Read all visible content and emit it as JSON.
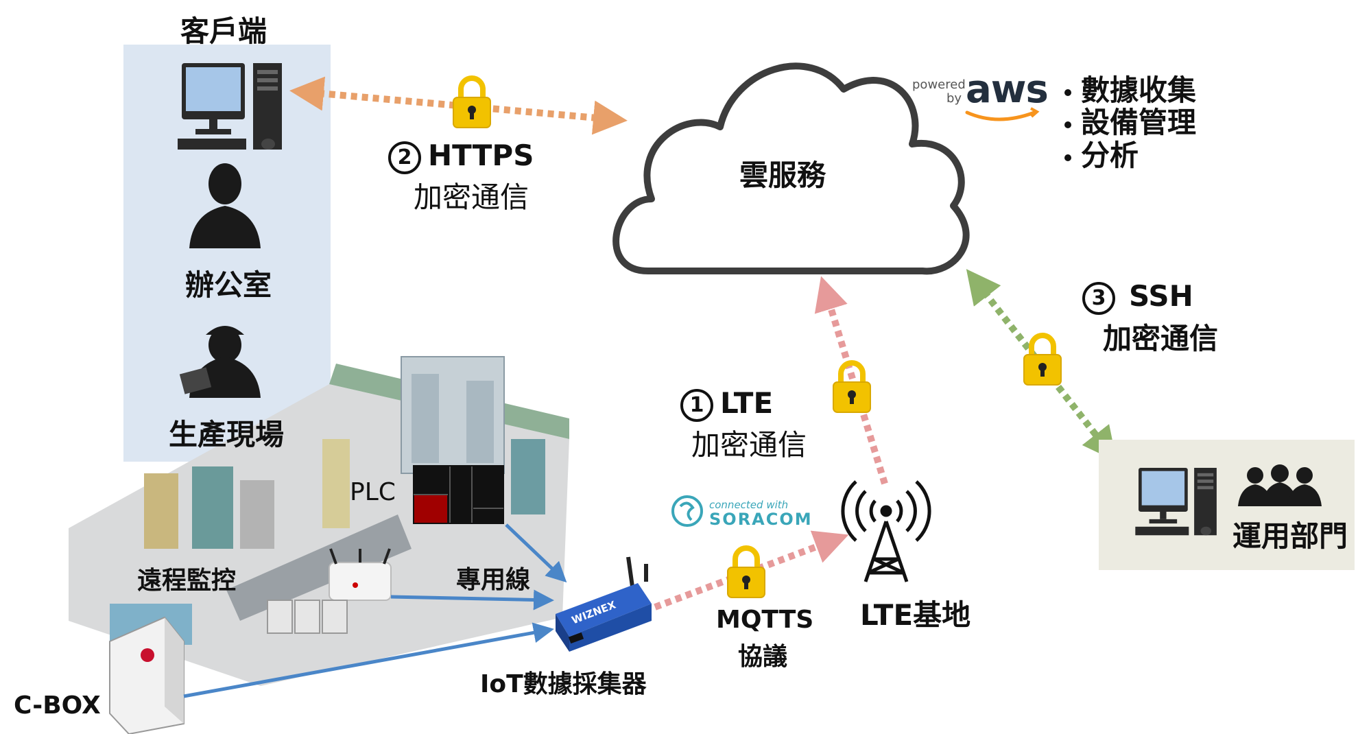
{
  "client_panel": {
    "title": "客戶端",
    "office": "辦公室",
    "production_site": "生產現場"
  },
  "cloud": {
    "label": "雲服務",
    "powered": "powered",
    "by": "by",
    "brand": "aws"
  },
  "features": [
    "數據收集",
    "設備管理",
    "分析"
  ],
  "https": {
    "num": "2",
    "protocol": "HTTPS",
    "desc": "加密通信"
  },
  "lte": {
    "num": "1",
    "protocol": "LTE",
    "desc": "加密通信"
  },
  "ssh": {
    "num": "3",
    "protocol": "SSH",
    "desc": "加密通信"
  },
  "ops": {
    "label": "運用部門"
  },
  "factory": {
    "plc": "PLC",
    "remote": "遠程監控",
    "dedicated_line": "專用線",
    "cbox": "C-BOX",
    "collector": "IoT數據採集器",
    "device_brand": "WIZNEX"
  },
  "soracom": {
    "top": "connected with",
    "name": "SORACOM"
  },
  "mqtts": {
    "line1": "MQTTS",
    "line2": "協議"
  },
  "base_station": {
    "label": "LTE基地"
  },
  "colors": {
    "https_arrow": "#e8a06a",
    "lte_arrow": "#e69a9a",
    "ssh_arrow": "#8fb36a",
    "wired_line": "#4a86c8",
    "client_panel": "#dce6f2",
    "ops_panel": "#ecebe1",
    "lock": "#f2c200"
  }
}
